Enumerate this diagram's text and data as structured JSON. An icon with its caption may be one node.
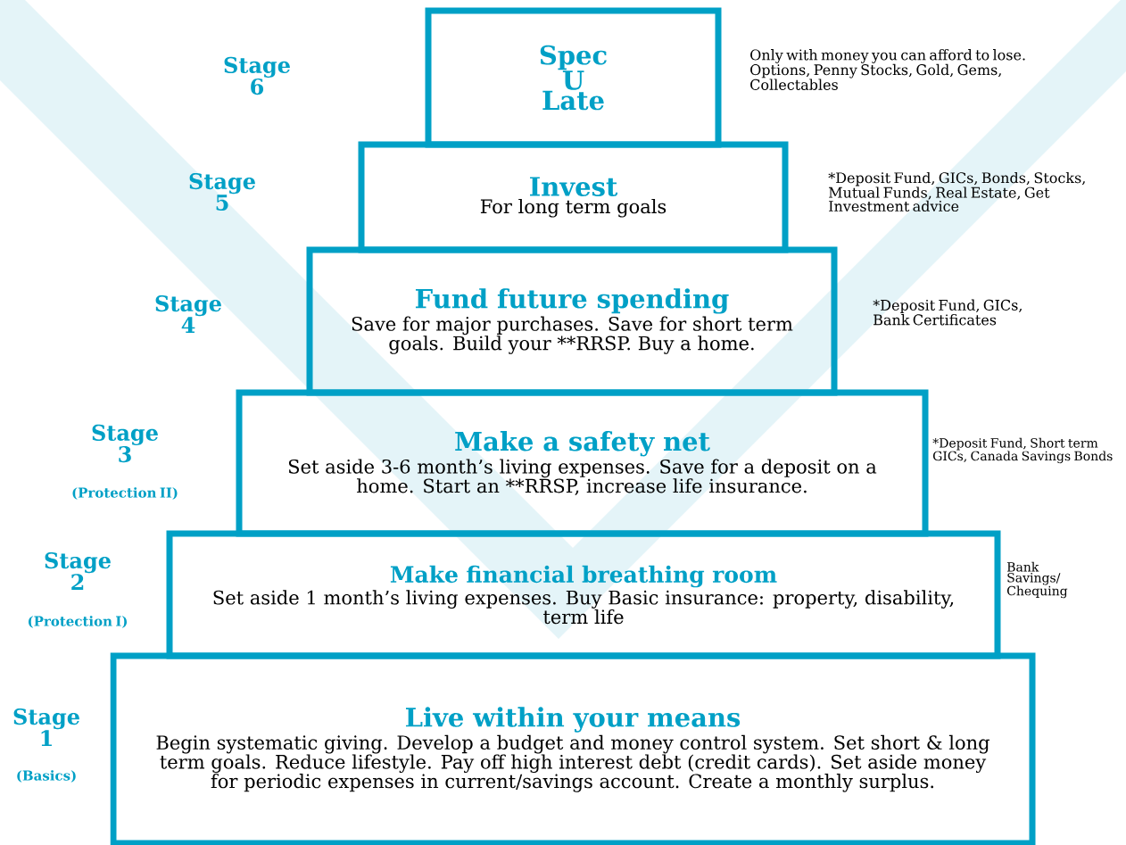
{
  "diagram": {
    "nodes": [
      {
        "text": [
          "Spec U Late"
        ],
        "beside": [
          "Only with money you can afford to lose. Options, Penny Stocks, Gold, Gems, Collectables"
        ]
      },
      {
        "text": [
          "Invest",
          "For long term goals"
        ],
        "beside": [
          "*Deposit Fund, GICs, Bonds, Stocks, Mutual Funds, Real Estate, Get Investment advice"
        ]
      },
      {
        "text": [
          "Fund future spending",
          "Save for major purchases. Save for short term goals. Build your **RRSP. Buy a home."
        ],
        "beside": [
          "*Deposit Fund, GICs, Bank Certificates"
        ]
      },
      {
        "text": [
          "Make a safety net",
          "Set aside 3-6 month’s living expenses. Save for a deposit on a home. Start an **RRSP, increase life insurance."
        ],
        "beside": [
          "*Deposit Fund, Short term GICs, Canada Savings Bonds"
        ]
      },
      {
        "text": [
          "Make financial breathing room",
          "Set aside 1 month’s living expenses. Buy Basic insurance: property, disability, term life"
        ],
        "beside": [
          "Bank Savings/ Chequing"
        ]
      },
      {
        "text": [
          "Live within your means",
          "Begin systematic giving. Develop a budget and money control system. Set short & long term goals. Reduce lifestyle. Pay off high interest debt (credit cards). Set aside money for periodic expenses in current/savings account. Create a monthly surplus."
        ]
      }
    ],
    "labels": [
      "Stage 6",
      "Stage 5",
      "Stage 4",
      "Stage 3",
      "(Protection II)",
      "Stage 2",
      "(Protection I)",
      "Stage 1",
      "(Basics)"
    ]
  }
}
